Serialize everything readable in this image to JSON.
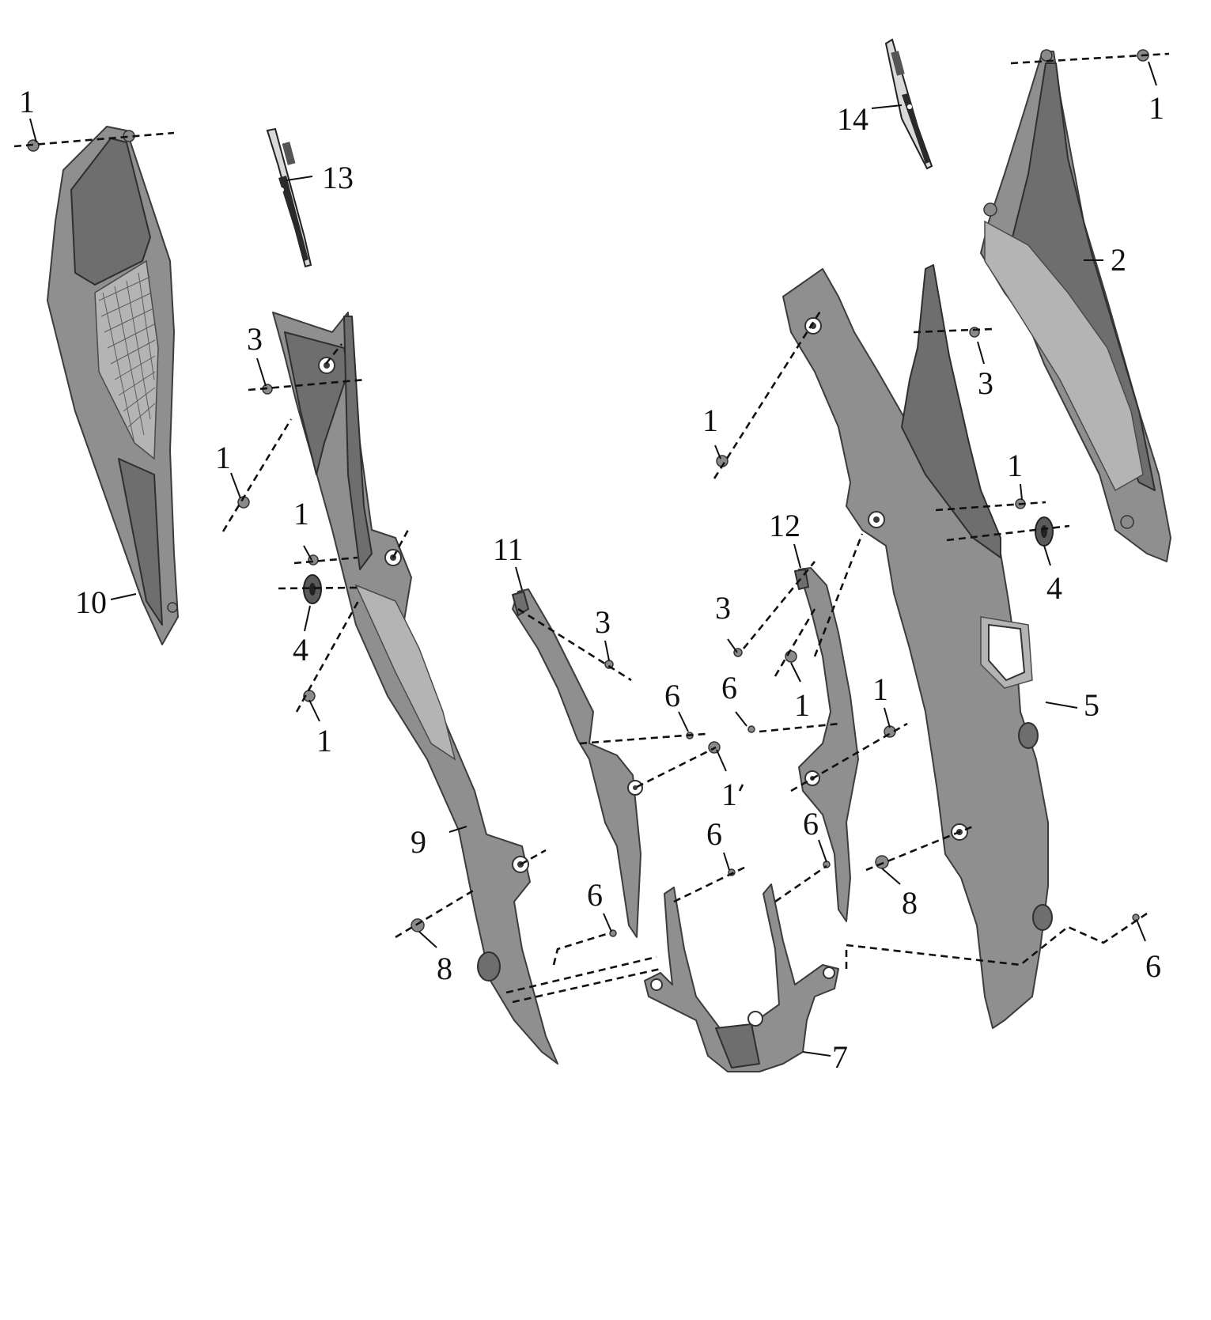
{
  "callouts": [
    {
      "id": "c1a",
      "text": "1"
    },
    {
      "id": "c1b",
      "text": "1"
    },
    {
      "id": "c1c",
      "text": "1"
    },
    {
      "id": "c1d",
      "text": "1"
    },
    {
      "id": "c1e",
      "text": "1"
    },
    {
      "id": "c1f",
      "text": "1"
    },
    {
      "id": "c1g",
      "text": "1"
    },
    {
      "id": "c1h",
      "text": "1"
    },
    {
      "id": "c1i",
      "text": "1"
    },
    {
      "id": "c1j",
      "text": "1"
    },
    {
      "id": "c2",
      "text": "2"
    },
    {
      "id": "c3a",
      "text": "3"
    },
    {
      "id": "c3b",
      "text": "3"
    },
    {
      "id": "c3c",
      "text": "3"
    },
    {
      "id": "c3d",
      "text": "3"
    },
    {
      "id": "c4a",
      "text": "4"
    },
    {
      "id": "c4b",
      "text": "4"
    },
    {
      "id": "c5",
      "text": "5"
    },
    {
      "id": "c6a",
      "text": "6"
    },
    {
      "id": "c6b",
      "text": "6"
    },
    {
      "id": "c6c",
      "text": "6"
    },
    {
      "id": "c6d",
      "text": "6"
    },
    {
      "id": "c6e",
      "text": "6"
    },
    {
      "id": "c6f",
      "text": "6"
    },
    {
      "id": "c7",
      "text": "7"
    },
    {
      "id": "c8a",
      "text": "8"
    },
    {
      "id": "c8b",
      "text": "8"
    },
    {
      "id": "c9",
      "text": "9"
    },
    {
      "id": "c10",
      "text": "10"
    },
    {
      "id": "c11",
      "text": "11"
    },
    {
      "id": "c12",
      "text": "12"
    },
    {
      "id": "c13",
      "text": "13"
    },
    {
      "id": "c14",
      "text": "14"
    }
  ],
  "colors": {
    "part_fill": "#8f8f8f",
    "part_outline": "#3c3c3c",
    "dash_line": "#111111",
    "background": "#ffffff"
  }
}
